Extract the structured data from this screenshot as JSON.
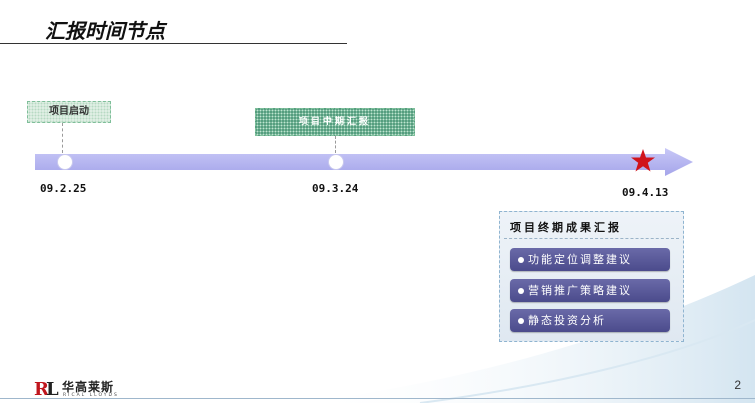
{
  "slide": {
    "title": "汇报时间节点",
    "page_number": "2"
  },
  "timeline": {
    "milestones": [
      {
        "label": "项目启动",
        "date": "09.2.25"
      },
      {
        "label": "项目中期汇报",
        "date": "09.3.24"
      },
      {
        "label": "项目终期成果汇报",
        "date": "09.4.13"
      }
    ]
  },
  "final_report": {
    "title": "项目终期成果汇报",
    "items": [
      "功能定位调整建议",
      "营销推广策略建议",
      "静态投资分析"
    ]
  },
  "logo": {
    "mark": "RL",
    "chinese": "华高莱斯",
    "english": "RICAL LLOYDS"
  },
  "colors": {
    "arrow": "#b3b3f0",
    "star": "#d0141c",
    "pill": "#55559a"
  }
}
